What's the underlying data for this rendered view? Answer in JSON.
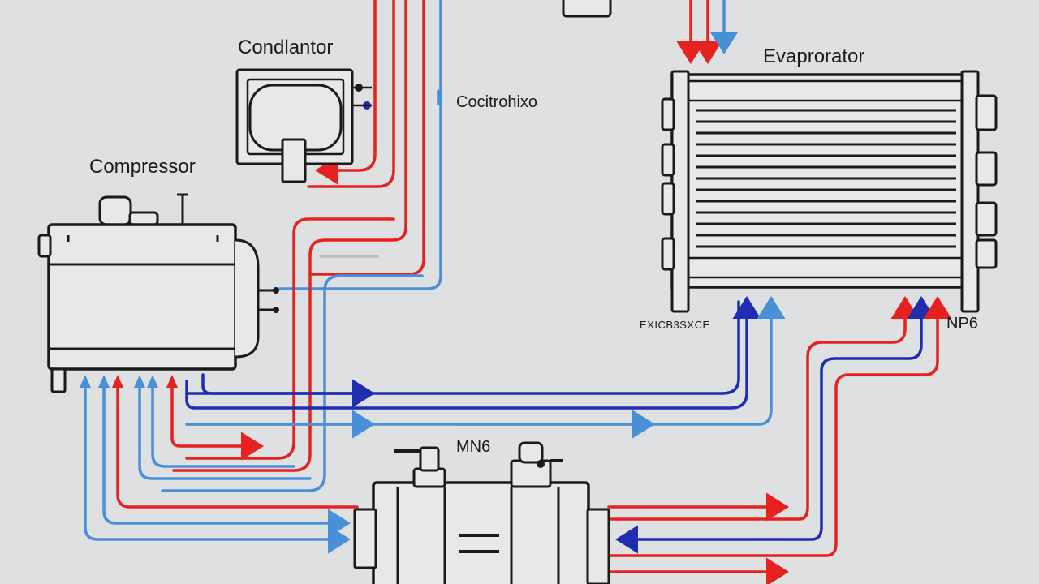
{
  "diagram": {
    "labels": {
      "condenser": "Condlantor",
      "compressor": "Compressor",
      "evaporator": "Evaprorator",
      "center_top": "Cocitrohixo",
      "evap_left_note": "EXICB3SXCE",
      "evap_right_note": "NP6",
      "bottom_unit": "MN6"
    },
    "colors": {
      "background": "#dfe0e2",
      "outline": "#1a1a1a",
      "component_fill": "#e7e8ea",
      "hot_line": "#e5221f",
      "cool_line": "#4a90d9",
      "return_line": "#1f2db0"
    },
    "icons": [
      "arrow-icon"
    ]
  }
}
